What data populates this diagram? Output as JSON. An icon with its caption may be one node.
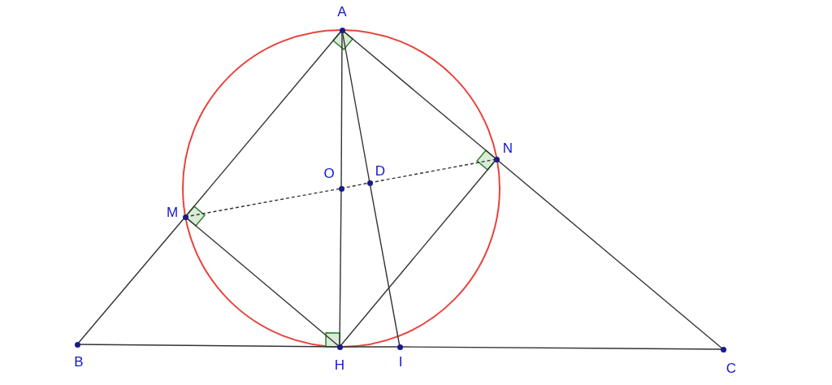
{
  "diagram": {
    "nodes": [
      {
        "text": [
          "A"
        ]
      },
      {
        "text": [
          "N"
        ]
      },
      {
        "text": [
          "O"
        ]
      },
      {
        "text": [
          "D"
        ]
      },
      {
        "text": [
          "M"
        ]
      },
      {
        "text": [
          "B"
        ]
      },
      {
        "text": [
          "H"
        ]
      },
      {
        "text": [
          "I"
        ]
      },
      {
        "text": [
          "C"
        ]
      }
    ],
    "edges": [
      {
        "from": 0,
        "to": 4,
        "arrow": "none"
      },
      {
        "from": 4,
        "to": 5,
        "arrow": "none"
      },
      {
        "from": 0,
        "to": 1,
        "arrow": "none"
      },
      {
        "from": 1,
        "to": 8,
        "arrow": "none"
      },
      {
        "from": 5,
        "to": 6,
        "arrow": "none"
      },
      {
        "from": 6,
        "to": 7,
        "arrow": "none"
      },
      {
        "from": 7,
        "to": 8,
        "arrow": "none"
      },
      {
        "from": 0,
        "to": 2,
        "arrow": "none"
      },
      {
        "from": 2,
        "to": 6,
        "arrow": "none"
      },
      {
        "from": 0,
        "to": 3,
        "arrow": "none"
      },
      {
        "from": 3,
        "to": 7,
        "arrow": "none"
      },
      {
        "from": 4,
        "to": 6,
        "arrow": "none"
      },
      {
        "from": 6,
        "to": 1,
        "arrow": "none"
      },
      {
        "from": 4,
        "to": 2,
        "arrow": "none",
        "style": "dashed"
      },
      {
        "from": 2,
        "to": 3,
        "arrow": "none",
        "style": "dashed"
      },
      {
        "from": 3,
        "to": 1,
        "arrow": "none",
        "style": "dashed"
      }
    ]
  }
}
